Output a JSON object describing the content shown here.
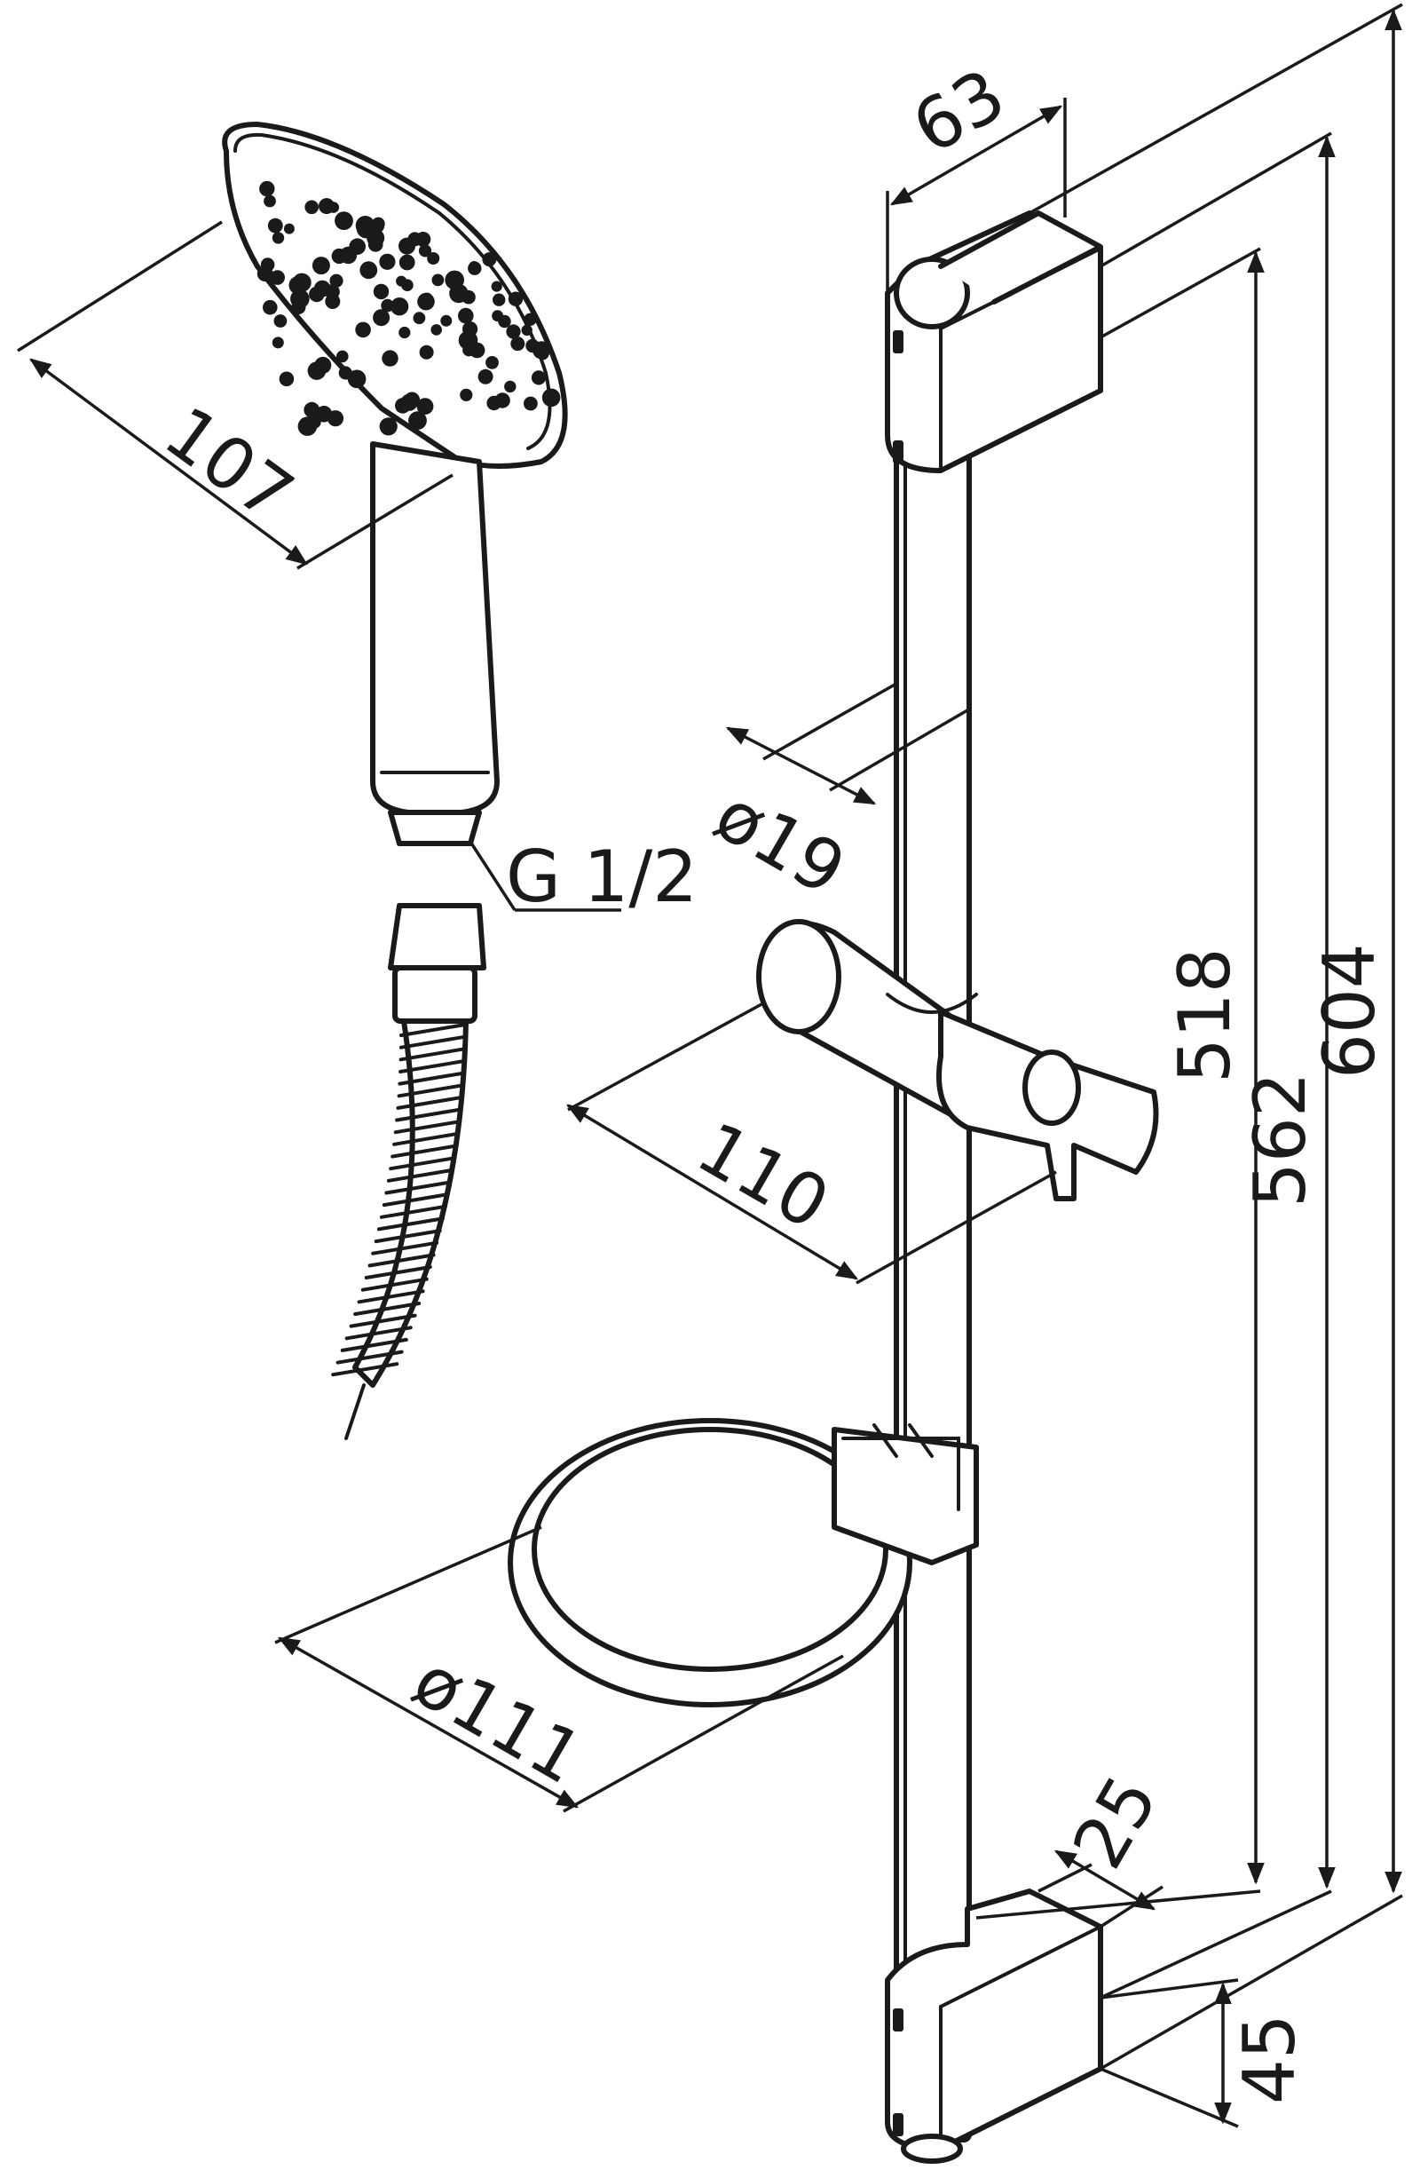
{
  "dimensions": {
    "head_width": "107",
    "bracket_width": "63",
    "rail_diameter": "ø19",
    "thread": "G 1/2",
    "holder_length": "110",
    "ring_diameter": "ø111",
    "height_518": "518",
    "height_562": "562",
    "height_604": "604",
    "foot_width": "25",
    "foot_height": "45"
  },
  "colors": {
    "ink": "#1a1a1a",
    "paper": "#ffffff"
  }
}
